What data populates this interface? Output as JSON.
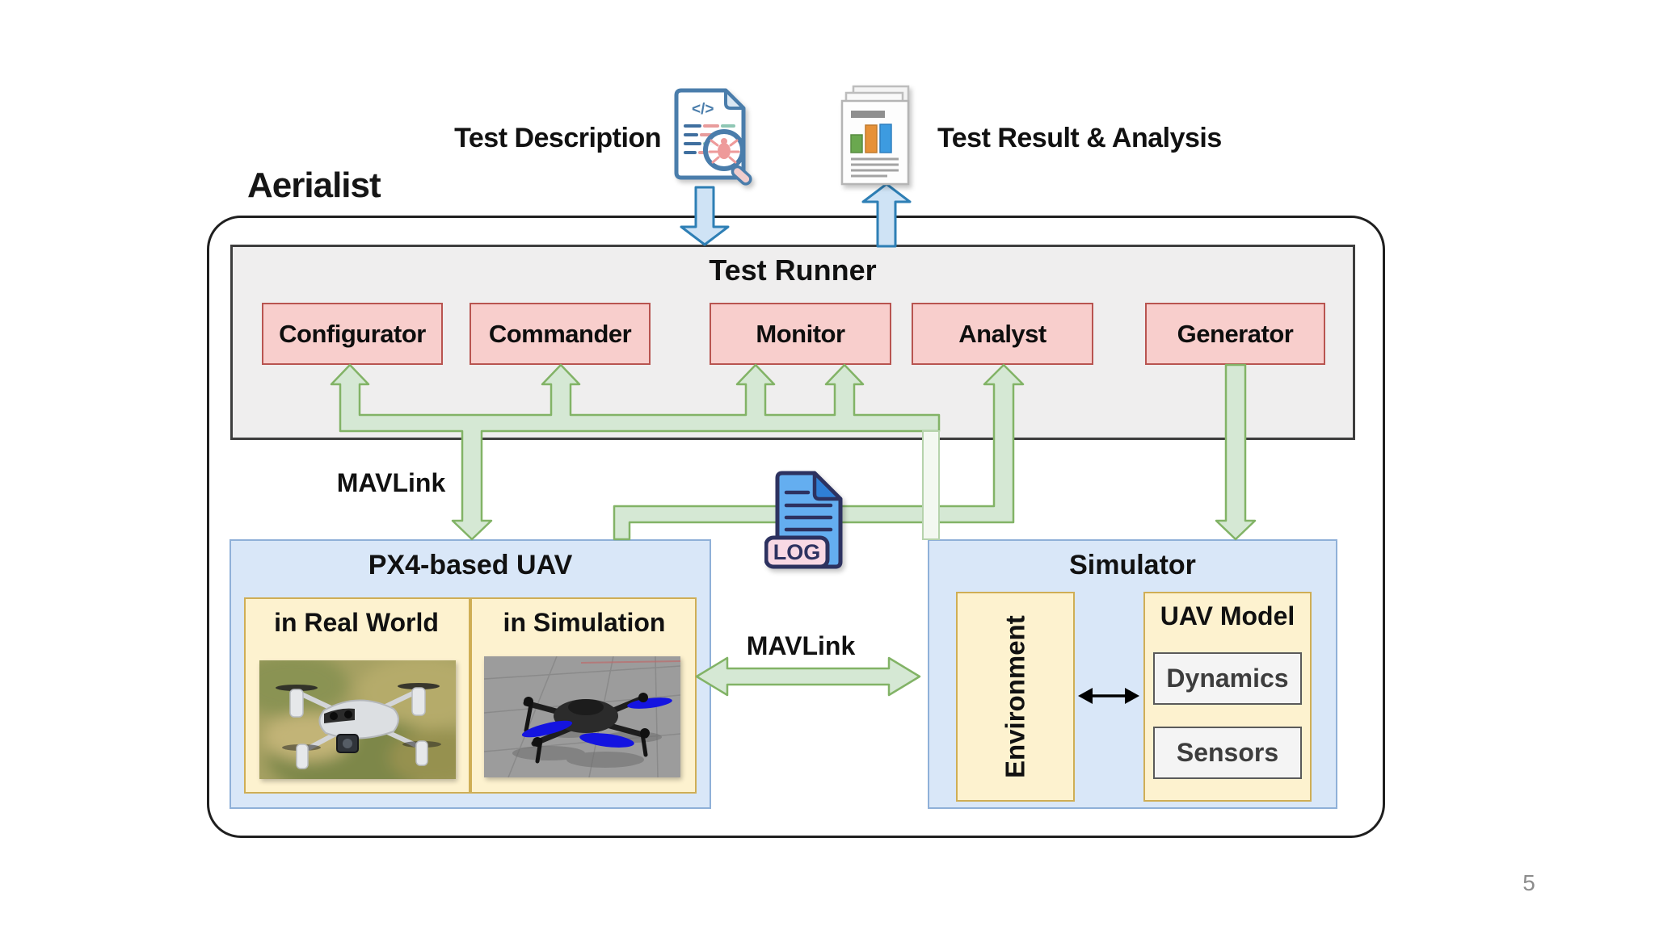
{
  "page": {
    "number": "5"
  },
  "header": {
    "app_title": "Aerialist",
    "input_label": "Test Description",
    "output_label": "Test Result & Analysis"
  },
  "icons": {
    "test_description": "code-document-with-bug-magnifier-icon",
    "test_result": "report-pages-with-bar-chart-icon",
    "log_file": "log-file-icon",
    "input_arrow": "blue-arrow-down",
    "output_arrow": "blue-arrow-up"
  },
  "test_runner": {
    "title": "Test Runner",
    "components": [
      "Configurator",
      "Commander",
      "Monitor",
      "Analyst",
      "Generator"
    ]
  },
  "connections": {
    "mavlink_runner_uav": "MAVLink",
    "mavlink_uav_simulator": "MAVLink",
    "log_badge": "LOG"
  },
  "px4_uav": {
    "title": "PX4-based UAV",
    "real_world": "in Real World",
    "simulation": "in Simulation"
  },
  "simulator": {
    "title": "Simulator",
    "environment": "Environment",
    "uav_model": "UAV Model",
    "dynamics": "Dynamics",
    "sensors": "Sensors"
  },
  "colors": {
    "component_fill": "#f8cecc",
    "component_stroke": "#b85450",
    "connector_fill": "#d5e8d4",
    "connector_stroke": "#82b366",
    "container_fill": "#d9e7f8",
    "container_stroke": "#8fb0d8",
    "panel_fill": "#fdf2cf",
    "panel_stroke": "#cfae55",
    "runner_fill": "#efeeee",
    "blue_arrow_fill": "#cfe3f5",
    "blue_arrow_stroke": "#2e7fb5"
  }
}
